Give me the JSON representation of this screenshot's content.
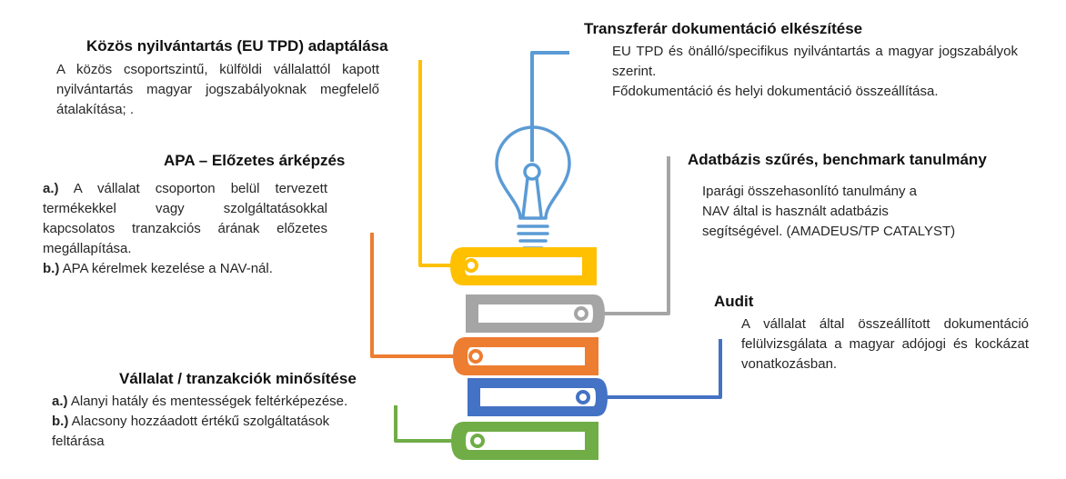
{
  "colors": {
    "yellow": "#FFC000",
    "blue": "#5B9BD5",
    "gray": "#A5A5A5",
    "orange": "#ED7D31",
    "darkblue": "#4472C4",
    "green": "#70AD47"
  },
  "blocks": {
    "kozos": {
      "title": "Közös nyilvántartás (EU TPD) adaptálása",
      "text": "A közös csoportszintű, külföldi vállalattól kapott nyilvántartás magyar jogszabályoknak megfelelő átalakítása; ."
    },
    "transzferar": {
      "title": "Transzferár dokumentáció elkészítése",
      "line1": "EU TPD és önálló/specifikus nyilvántartás a magyar jogszabályok szerint.",
      "line2": "Fődokumentáció és helyi dokumentáció összeállítása."
    },
    "apa": {
      "title": "APA – Előzetes árképzés",
      "a_label": "a.)",
      "a_text": "A vállalat csoporton belül tervezett termékekkel vagy szolgáltatásokkal kapcsolatos tranzakciós árának előzetes megállapítása.",
      "b_label": "b.)",
      "b_text": "APA kérelmek kezelése a NAV-nál."
    },
    "adatbazis": {
      "title": "Adatbázis szűrés, benchmark tanulmány",
      "line1": "Iparági összehasonlító tanulmány a",
      "line2": "NAV által is használt adatbázis",
      "line3": "segítségével. (AMADEUS/TP CATALYST)"
    },
    "audit": {
      "title": "Audit",
      "text": "A vállalat által összeállított dokumentáció felülvizsgálata a magyar adójogi és kockázat vonatkozásban."
    },
    "vallalat": {
      "title": "Vállalat / tranzakciók minősítése",
      "a_label": "a.)",
      "a_text": "Alanyi hatály és mentességek feltérképezése.",
      "b_label": "b.)",
      "b_text": "Alacsony hozzáadott értékű szolgáltatások feltárása"
    }
  }
}
